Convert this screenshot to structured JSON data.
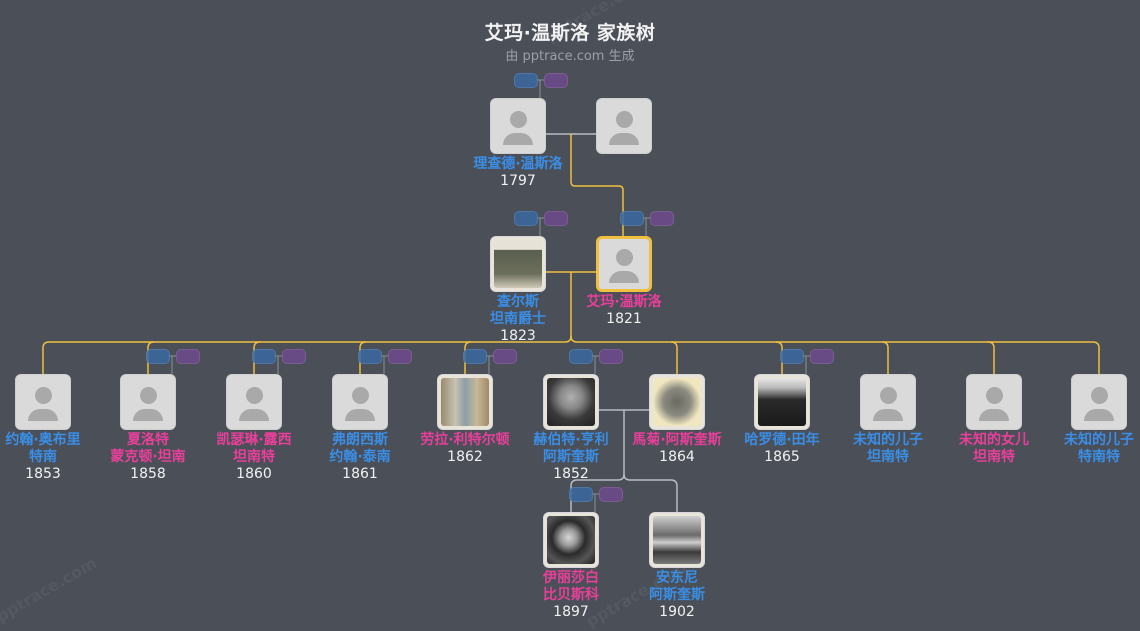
{
  "header": {
    "title": "艾玛·温斯洛 家族树",
    "subtitle": "由 pptrace.com 生成"
  },
  "watermark": "pptrace.com",
  "colors": {
    "background": "#4a4f58",
    "male": "#3a8ee6",
    "female": "#e8409a",
    "ancestor_line": "#f0c040",
    "descendant_line": "#b8bcc4",
    "focus_border": "#f0c040"
  },
  "generation1": [
    {
      "name": "理查德·温斯洛",
      "year": "1797",
      "gender": "male",
      "photo": false
    },
    {
      "name": "",
      "year": "",
      "gender": "unknown",
      "photo": false
    }
  ],
  "generation2": [
    {
      "name_line1": "查尔斯",
      "name_line2": "坦南爵士",
      "year": "1823",
      "gender": "male",
      "photo": true
    },
    {
      "name_line1": "艾玛·温斯洛",
      "name_line2": "",
      "year": "1821",
      "gender": "female",
      "photo": false,
      "focus": true
    }
  ],
  "generation3": [
    {
      "name_line1": "约翰·奥布里",
      "name_line2": "特南",
      "year": "1853",
      "gender": "male",
      "photo": false
    },
    {
      "name_line1": "夏洛特",
      "name_line2": "蒙克顿·坦南",
      "year": "1858",
      "gender": "female",
      "photo": false
    },
    {
      "name_line1": "凯瑟琳·露西",
      "name_line2": "坦南特",
      "year": "1860",
      "gender": "female",
      "photo": false
    },
    {
      "name_line1": "弗朗西斯",
      "name_line2": "约翰·泰南",
      "year": "1861",
      "gender": "male",
      "photo": false
    },
    {
      "name_line1": "劳拉·利特尔顿",
      "name_line2": "",
      "year": "1862",
      "gender": "female",
      "photo": true
    },
    {
      "name_line1": "赫伯特·亨利",
      "name_line2": "阿斯奎斯",
      "year": "1852",
      "gender": "male",
      "photo": true
    },
    {
      "name_line1": "馬菊·阿斯奎斯",
      "name_line2": "",
      "year": "1864",
      "gender": "female",
      "photo": true
    },
    {
      "name_line1": "哈罗德·田年",
      "name_line2": "",
      "year": "1865",
      "gender": "male",
      "photo": true
    },
    {
      "name_line1": "未知的儿子",
      "name_line2": "坦南特",
      "year": "",
      "gender": "male",
      "photo": false
    },
    {
      "name_line1": "未知的女儿",
      "name_line2": "坦南特",
      "year": "",
      "gender": "female",
      "photo": false
    },
    {
      "name_line1": "未知的儿子",
      "name_line2": "特南特",
      "year": "",
      "gender": "male",
      "photo": false
    }
  ],
  "generation4": [
    {
      "name_line1": "伊丽莎白",
      "name_line2": "比贝斯科",
      "year": "1897",
      "gender": "female",
      "photo": true
    },
    {
      "name_line1": "安东尼",
      "name_line2": "阿斯奎斯",
      "year": "1902",
      "gender": "male",
      "photo": true
    }
  ]
}
